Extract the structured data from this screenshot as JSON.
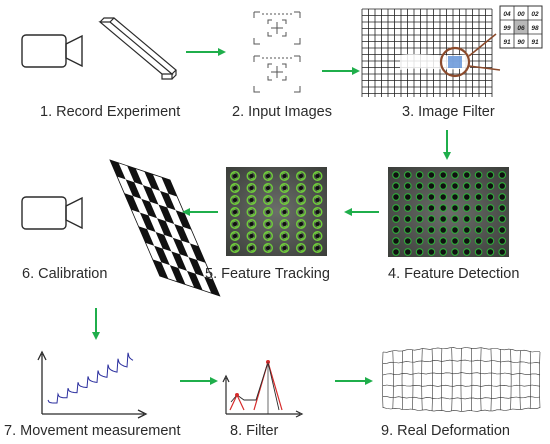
{
  "steps": [
    {
      "num": "1.",
      "label": "Record Experiment"
    },
    {
      "num": "2.",
      "label": "Input Images"
    },
    {
      "num": "3.",
      "label": "Image Filter"
    },
    {
      "num": "4.",
      "label": "Feature Detection"
    },
    {
      "num": "5.",
      "label": "Feature Tracking"
    },
    {
      "num": "6.",
      "label": "Calibration"
    },
    {
      "num": "7.",
      "label": "Movement measurement"
    },
    {
      "num": "8.",
      "label": "Filter"
    },
    {
      "num": "9.",
      "label": "Real Deformation"
    }
  ],
  "filter_matrix": [
    "04",
    "00",
    "02",
    "99",
    "06",
    "98",
    "91",
    "90",
    "91"
  ],
  "colors": {
    "arrow": "#1fae4b",
    "stroke": "#2b2b2b",
    "feature": "#6fcf3a",
    "lens": "#8b4a2b",
    "kernel": "#5b8fd6",
    "signal": "#2b2f9e",
    "spike": "#d62b2b"
  }
}
